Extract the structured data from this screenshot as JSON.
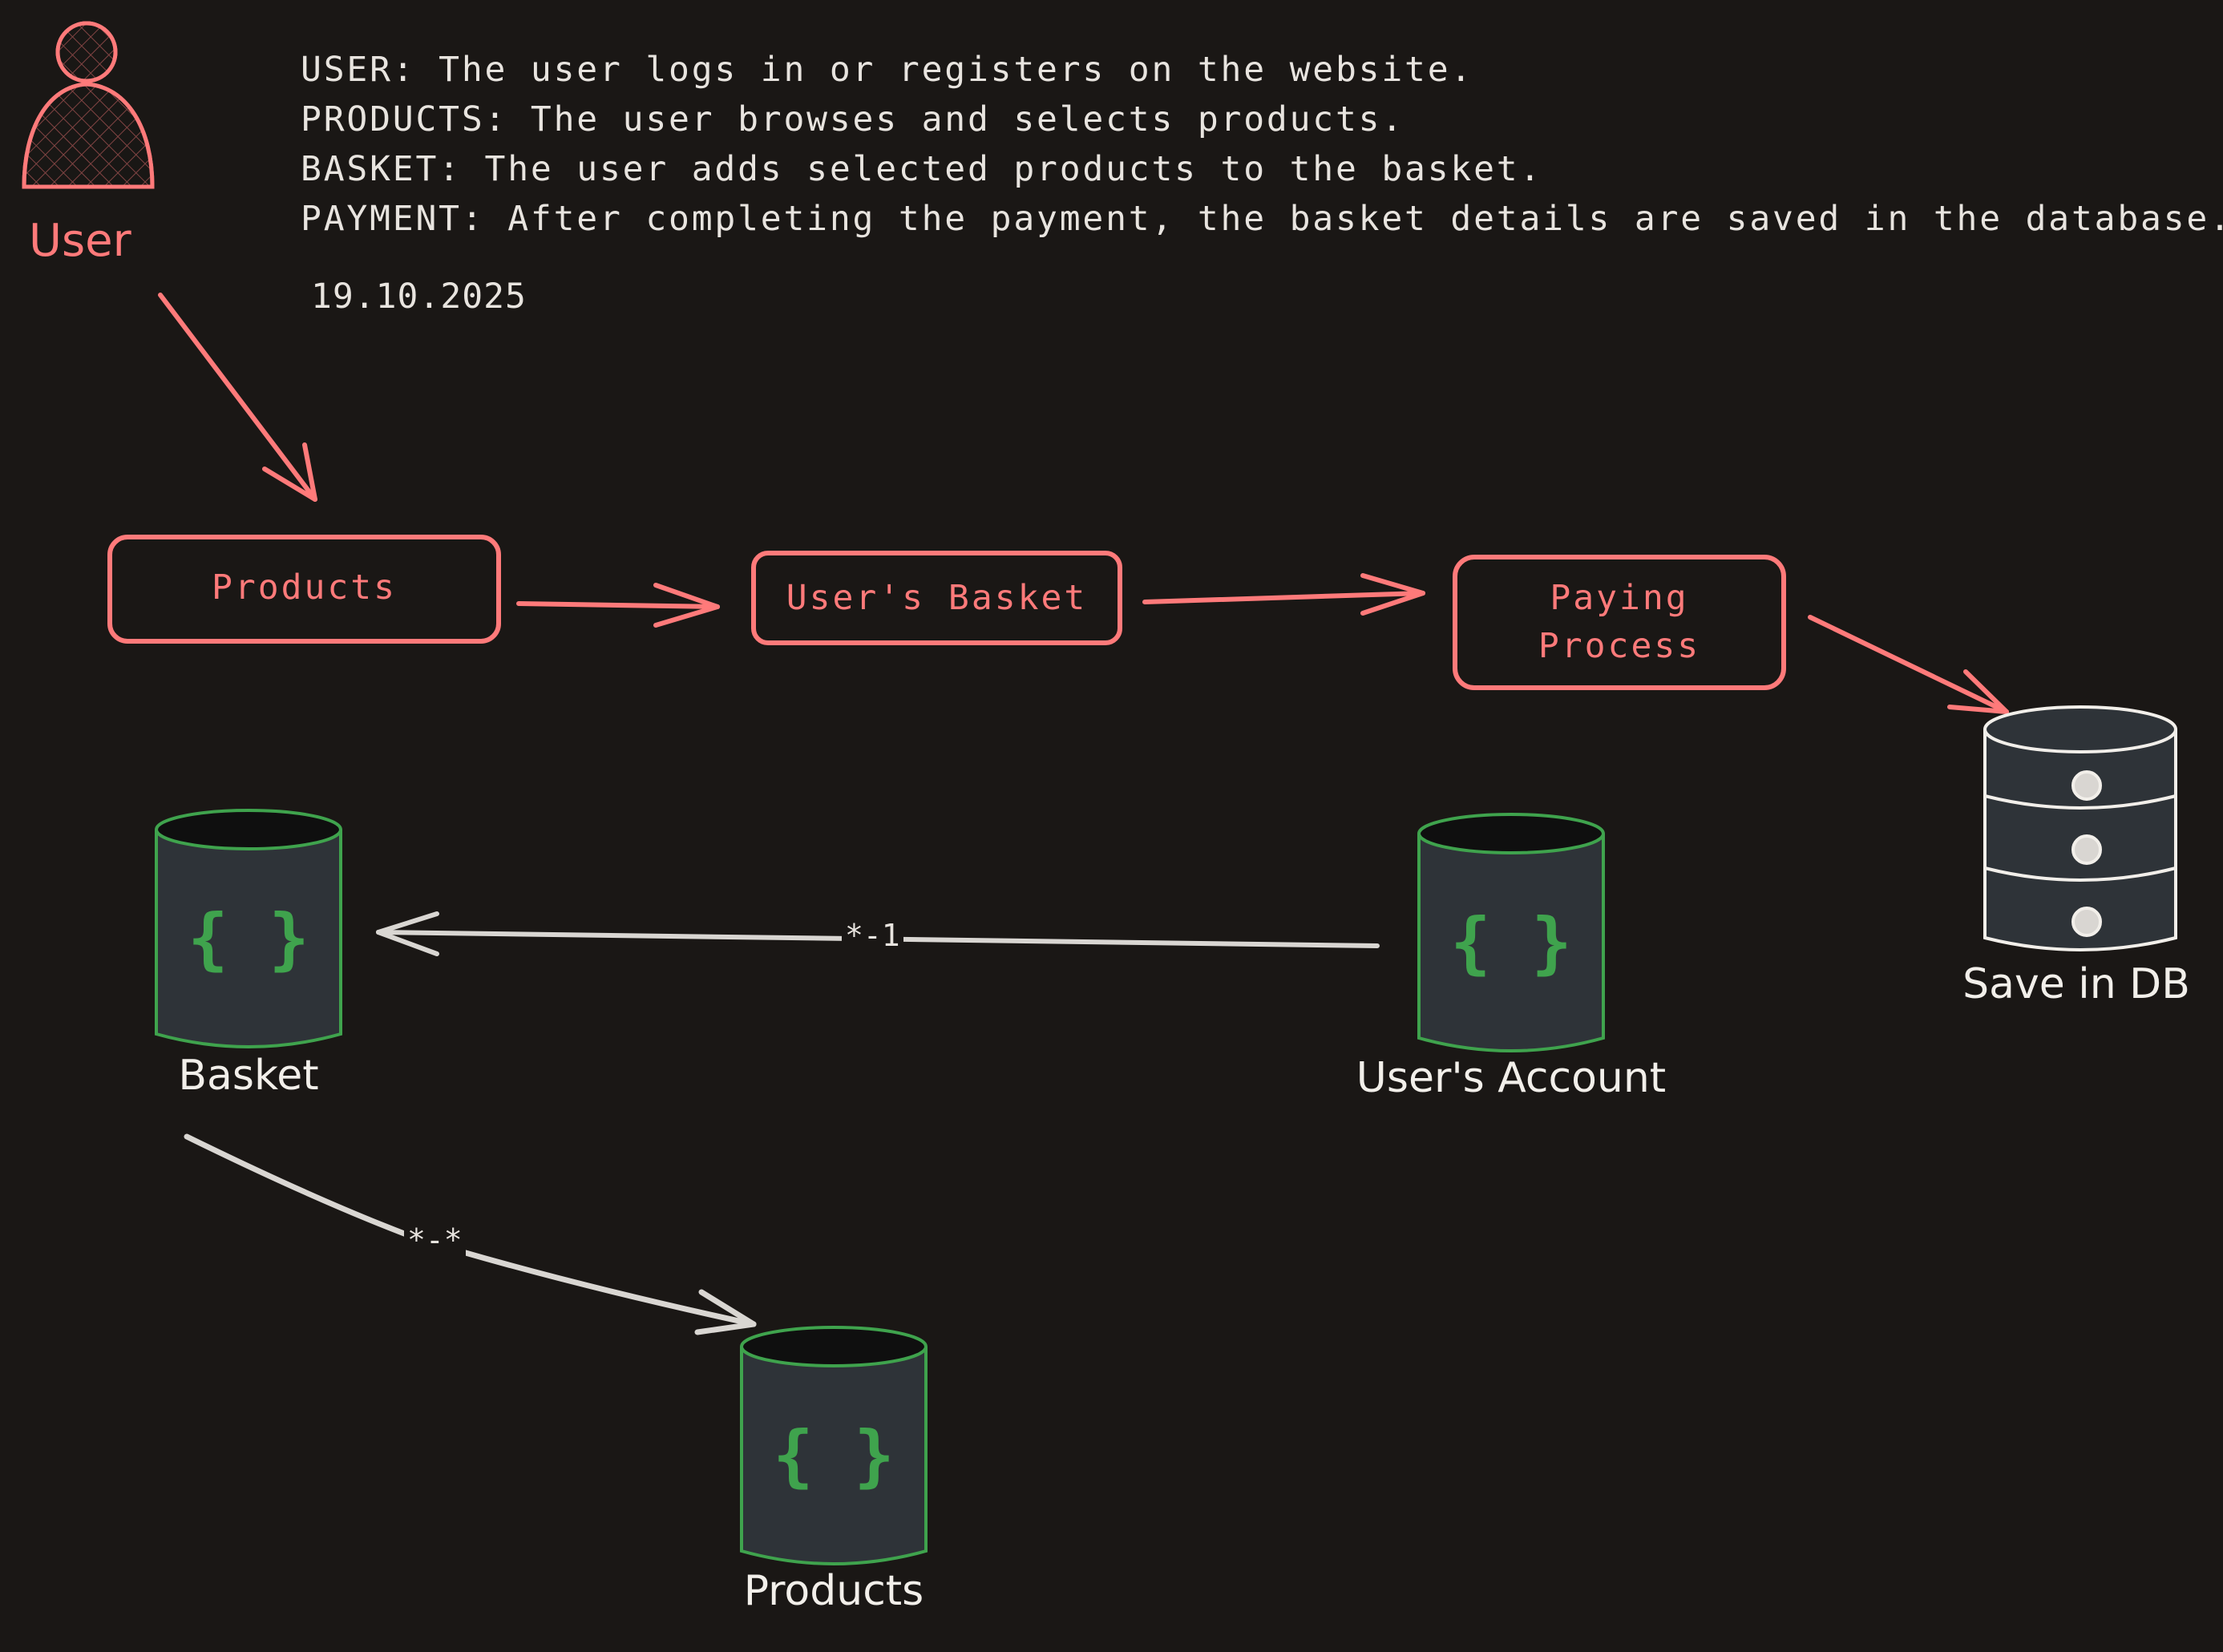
{
  "notes": {
    "line1": "USER: The user logs in or registers on the website.",
    "line2": "PRODUCTS: The user browses and selects products.",
    "line3": "BASKET: The user adds selected products to the basket.",
    "line4": "PAYMENT: After completing the payment, the basket details are saved in the database.",
    "date": "19.10.2025"
  },
  "actor": {
    "label": "User",
    "icon": "user-icon"
  },
  "flow": {
    "products": "Products",
    "basket": "User's Basket",
    "paying_line1": "Paying",
    "paying_line2": "Process",
    "save": "Save in DB"
  },
  "collections": {
    "basket": "Basket",
    "account": "User's Account",
    "products": "Products"
  },
  "relations": {
    "account_basket": "*-1",
    "basket_products": "*-*"
  },
  "colors": {
    "background": "#1a1715",
    "accent": "#ff7a7a",
    "collection_stroke": "#3fa34d",
    "text": "#e8e4df"
  }
}
